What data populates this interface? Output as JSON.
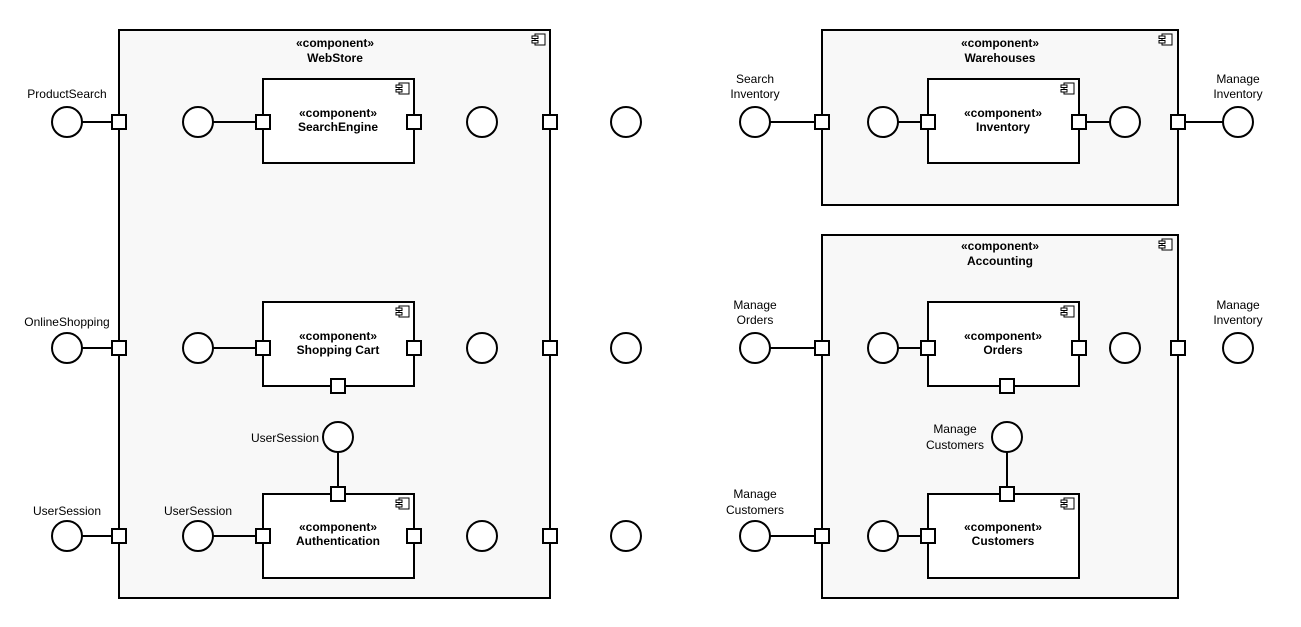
{
  "stereotype": "«component»",
  "components": {
    "webstore": "WebStore",
    "searchengine": "SearchEngine",
    "shoppingcart": "Shopping Cart",
    "authentication": "Authentication",
    "warehouses": "Warehouses",
    "inventory": "Inventory",
    "accounting": "Accounting",
    "orders": "Orders",
    "customers": "Customers"
  },
  "interfaces": {
    "product_search": "ProductSearch",
    "online_shopping": "OnlineShopping",
    "user_session_ext": "UserSession",
    "user_session_auth_top": "UserSession",
    "user_session_auth_left": "UserSession",
    "search_inventory": [
      "Search",
      "Inventory"
    ],
    "manage_inventory_wh": [
      "Manage",
      "Inventory"
    ],
    "manage_orders": [
      "Manage",
      "Orders"
    ],
    "manage_inventory_acc": [
      "Manage",
      "Inventory"
    ],
    "manage_customers_inner": [
      "Manage",
      "Customers"
    ],
    "manage_customers_ext": [
      "Manage",
      "Customers"
    ]
  },
  "icons": {
    "component": "component-icon"
  }
}
